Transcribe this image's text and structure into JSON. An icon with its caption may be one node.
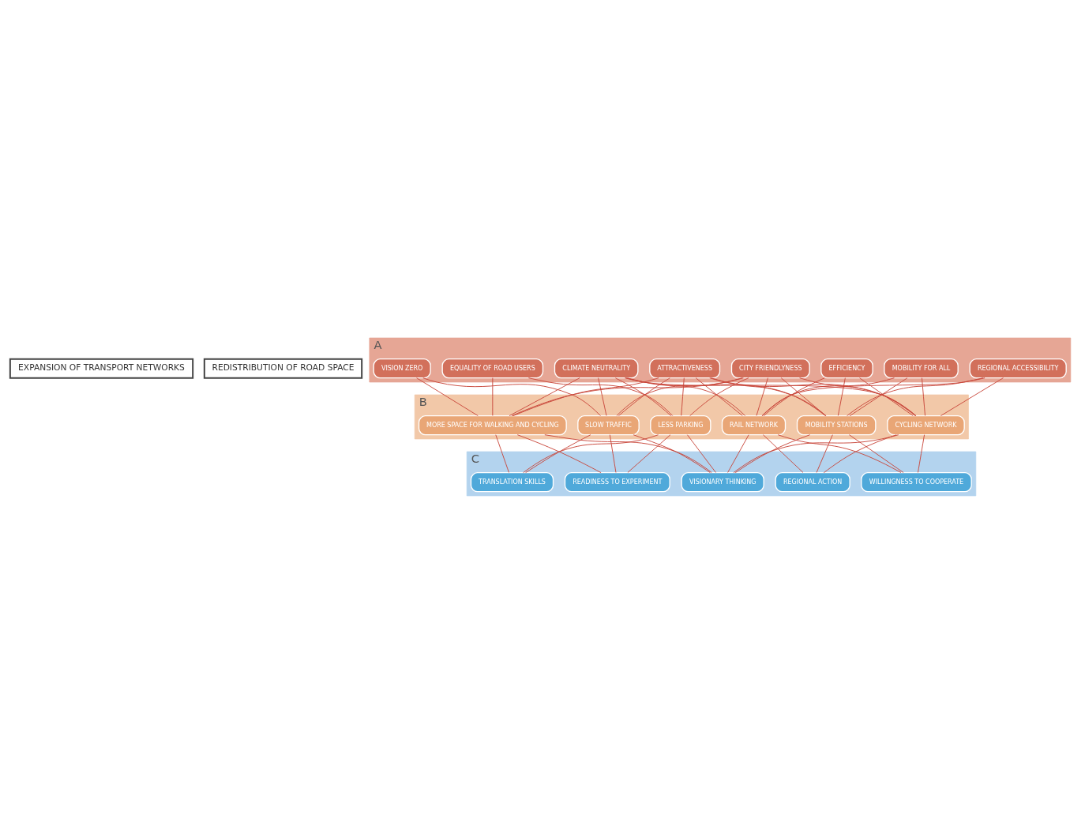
{
  "diagram": {
    "nodes": [
      {
        "text": [
          "EXPANSION OF TRANSPORT NETWORKS"
        ]
      },
      {
        "text": [
          "REDISTRIBUTION OF ROAD SPACE"
        ]
      },
      {
        "text": [
          "A"
        ]
      },
      {
        "text": [
          "EFFICIENCY"
        ],
        "in": 2
      },
      {
        "text": [
          "CLIMATE NEUTRALITY"
        ],
        "in": 2
      },
      {
        "text": [
          "REGIONAL ACCESSIBILITY"
        ],
        "in": 2
      },
      {
        "text": [
          "CITY FRIENDLYNESS"
        ],
        "in": 2
      },
      {
        "text": [
          "EQUALITY OF ROAD USERS"
        ],
        "in": 2
      },
      {
        "text": [
          "VISION ZERO"
        ],
        "in": 2
      },
      {
        "text": [
          "MOBILITY FOR ALL"
        ],
        "in": 2
      },
      {
        "text": [
          "ATTRACTIVENESS"
        ],
        "in": 2
      },
      {
        "text": [
          "B"
        ]
      },
      {
        "text": [
          "MOBILITY STATIONS"
        ],
        "in": 11
      },
      {
        "text": [
          "RAIL NETWORK"
        ],
        "in": 11
      },
      {
        "text": [
          "CYCLING NETWORK"
        ],
        "in": 11
      },
      {
        "text": [
          "MORE SPACE FOR WALKING AND CYCLING"
        ],
        "in": 11
      },
      {
        "text": [
          "LESS PARKING"
        ],
        "in": 11
      },
      {
        "text": [
          "SLOW TRAFFIC"
        ],
        "in": 11
      },
      {
        "text": [
          "C"
        ]
      },
      {
        "text": [
          "REGIONAL ACTION"
        ],
        "in": 18
      },
      {
        "text": [
          "WILLINGNESS TO COOPERATE"
        ],
        "in": 18
      },
      {
        "text": [
          "VISIONARY THINKING"
        ],
        "in": 18
      },
      {
        "text": [
          "TRANSLATION SKILLS"
        ],
        "in": 18
      },
      {
        "text": [
          "READINESS TO EXPERIMENT"
        ],
        "in": 18
      }
    ],
    "edges": [
      {
        "from": 9,
        "to": 12,
        "arrow": "none"
      },
      {
        "from": 9,
        "to": 13,
        "arrow": "none"
      },
      {
        "from": 9,
        "to": 14,
        "arrow": "none"
      },
      {
        "from": 5,
        "to": 12,
        "arrow": "none"
      },
      {
        "from": 5,
        "to": 13,
        "arrow": "none"
      },
      {
        "from": 5,
        "to": 14,
        "arrow": "none"
      },
      {
        "from": 3,
        "to": 12,
        "arrow": "none"
      },
      {
        "from": 3,
        "to": 13,
        "arrow": "none"
      },
      {
        "from": 3,
        "to": 14,
        "arrow": "none"
      },
      {
        "from": 4,
        "to": 12,
        "arrow": "none"
      },
      {
        "from": 4,
        "to": 13,
        "arrow": "none"
      },
      {
        "from": 4,
        "to": 14,
        "arrow": "none"
      },
      {
        "from": 4,
        "to": 15,
        "arrow": "none"
      },
      {
        "from": 4,
        "to": 16,
        "arrow": "none"
      },
      {
        "from": 4,
        "to": 17,
        "arrow": "none"
      },
      {
        "from": 6,
        "to": 12,
        "arrow": "none"
      },
      {
        "from": 6,
        "to": 13,
        "arrow": "none"
      },
      {
        "from": 6,
        "to": 14,
        "arrow": "none"
      },
      {
        "from": 6,
        "to": 15,
        "arrow": "none"
      },
      {
        "from": 6,
        "to": 16,
        "arrow": "none"
      },
      {
        "from": 6,
        "to": 17,
        "arrow": "none"
      },
      {
        "from": 10,
        "to": 12,
        "arrow": "none"
      },
      {
        "from": 10,
        "to": 13,
        "arrow": "none"
      },
      {
        "from": 10,
        "to": 14,
        "arrow": "none"
      },
      {
        "from": 10,
        "to": 15,
        "arrow": "none"
      },
      {
        "from": 10,
        "to": 16,
        "arrow": "none"
      },
      {
        "from": 10,
        "to": 17,
        "arrow": "none"
      },
      {
        "from": 7,
        "to": 15,
        "arrow": "none"
      },
      {
        "from": 7,
        "to": 16,
        "arrow": "none"
      },
      {
        "from": 8,
        "to": 15,
        "arrow": "none"
      },
      {
        "from": 8,
        "to": 17,
        "arrow": "none"
      },
      {
        "from": 12,
        "to": 19,
        "arrow": "none"
      },
      {
        "from": 12,
        "to": 20,
        "arrow": "none"
      },
      {
        "from": 12,
        "to": 21,
        "arrow": "none"
      },
      {
        "from": 13,
        "to": 19,
        "arrow": "none"
      },
      {
        "from": 13,
        "to": 20,
        "arrow": "none"
      },
      {
        "from": 13,
        "to": 21,
        "arrow": "none"
      },
      {
        "from": 14,
        "to": 19,
        "arrow": "none"
      },
      {
        "from": 14,
        "to": 20,
        "arrow": "none"
      },
      {
        "from": 14,
        "to": 21,
        "arrow": "none"
      },
      {
        "from": 15,
        "to": 21,
        "arrow": "none"
      },
      {
        "from": 15,
        "to": 22,
        "arrow": "none"
      },
      {
        "from": 15,
        "to": 23,
        "arrow": "none"
      },
      {
        "from": 16,
        "to": 21,
        "arrow": "none"
      },
      {
        "from": 16,
        "to": 22,
        "arrow": "none"
      },
      {
        "from": 16,
        "to": 23,
        "arrow": "none"
      },
      {
        "from": 17,
        "to": 21,
        "arrow": "none"
      },
      {
        "from": 17,
        "to": 22,
        "arrow": "none"
      },
      {
        "from": 17,
        "to": 23,
        "arrow": "none"
      }
    ]
  }
}
